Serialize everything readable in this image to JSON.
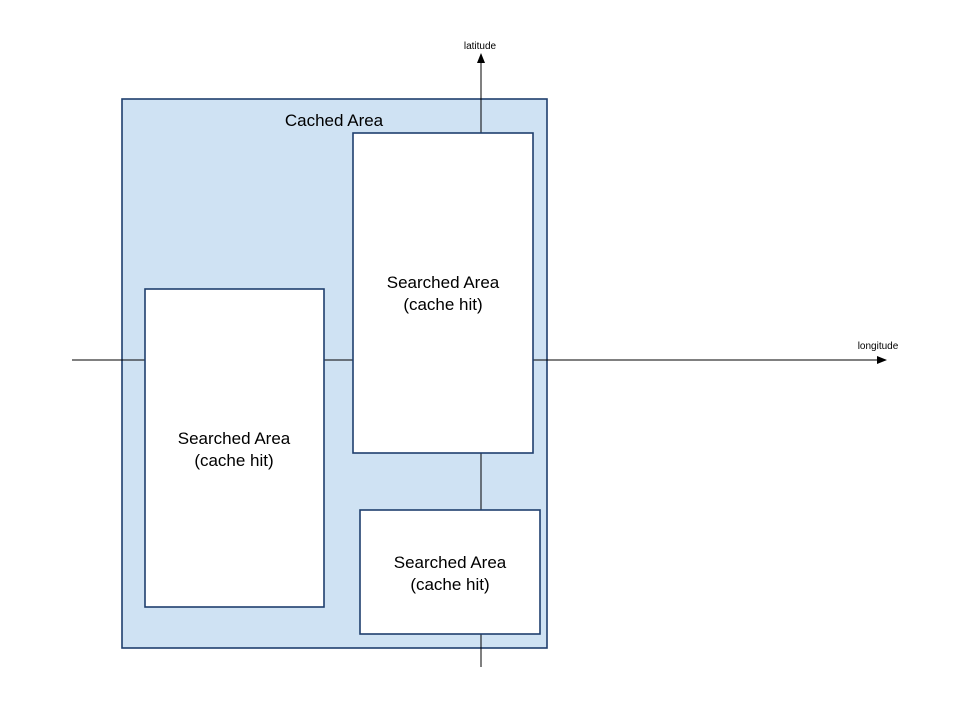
{
  "diagram": {
    "axes": {
      "latitude_label": "latitude",
      "longitude_label": "longitude"
    },
    "cached_area": {
      "label": "Cached Area",
      "fill_color": "#cfe2f3",
      "stroke_color": "#1f3f6e"
    },
    "searched_areas": [
      {
        "line1": "Searched Area",
        "line2": "(cache hit)"
      },
      {
        "line1": "Searched Area",
        "line2": "(cache hit)"
      },
      {
        "line1": "Searched Area",
        "line2": "(cache hit)"
      }
    ],
    "searched_fill_color": "#ffffff"
  }
}
